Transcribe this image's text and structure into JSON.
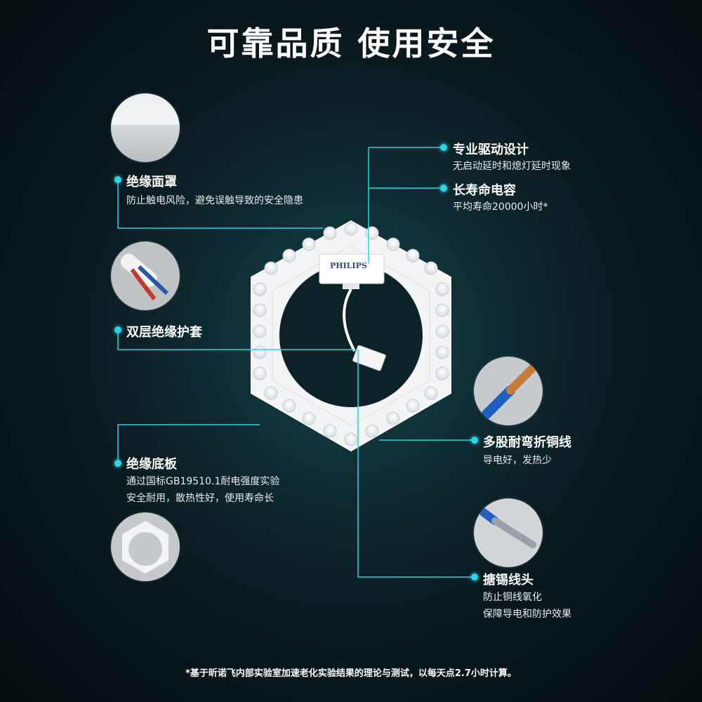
{
  "title": "可靠品质 使用安全",
  "brand": "PHILIPS",
  "features": {
    "driver": {
      "label": "专业驱动设计",
      "desc": "无启动延时和熄灯延时现象"
    },
    "capacitor": {
      "label": "长寿命电容",
      "desc": "平均寿命20000小时*"
    },
    "cover": {
      "label": "绝缘面罩",
      "desc": "防止触电风险，避免误触导致的安全隐患"
    },
    "sleeve": {
      "label": "双层绝缘护套"
    },
    "copper": {
      "label": "多股耐弯折铜线",
      "desc": "导电好，发热少"
    },
    "base": {
      "label": "绝缘底板",
      "desc1": "通过国标GB19510.1耐电强度实验",
      "desc2": "安全耐用，散热性好，使用寿命长"
    },
    "tin": {
      "label": "搪锡线头",
      "desc1": "防止铜线氧化",
      "desc2": "保障导电和防护效果"
    }
  },
  "footnote": "*基于昕诺飞内部实验室加速老化实验结果的理论与测试，以每天点2.7小时计算。",
  "colors": {
    "accent": "#2bd4e6",
    "background": "#0a1a1f"
  }
}
